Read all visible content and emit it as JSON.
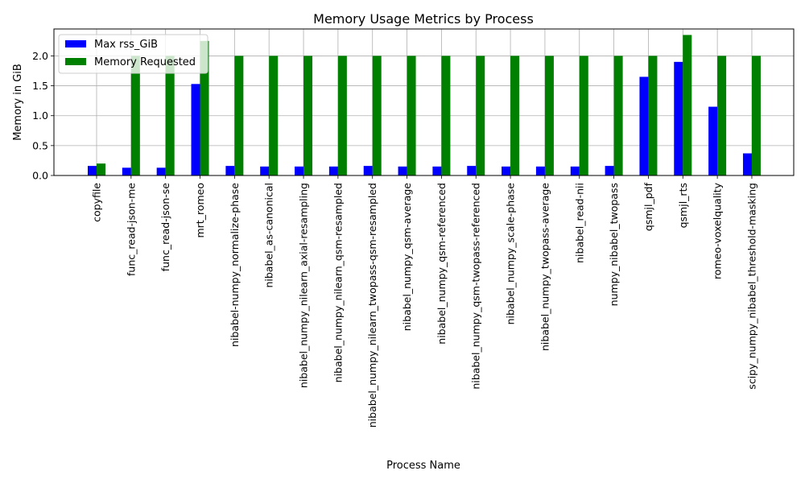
{
  "chart_data": {
    "type": "bar",
    "title": "Memory Usage Metrics by Process",
    "xlabel": "Process Name",
    "ylabel": "Memory in GiB",
    "ylim": [
      0,
      2.45
    ],
    "yticks": [
      "0.0",
      "0.5",
      "1.0",
      "1.5",
      "2.0"
    ],
    "grid": true,
    "legend_position": "top-left",
    "categories": [
      "copyfile",
      "func_read-json-me",
      "func_read-json-se",
      "mrt_romeo",
      "nibabel-numpy_normalize-phase",
      "nibabel_as-canonical",
      "nibabel_numpy_nilearn_axial-resampling",
      "nibabel_numpy_nilearn_qsm-resampled",
      "nibabel_numpy_nilearn_twopass-qsm-resampled",
      "nibabel_numpy_qsm-average",
      "nibabel_numpy_qsm-referenced",
      "nibabel_numpy_qsm-twopass-referenced",
      "nibabel_numpy_scale-phase",
      "nibabel_numpy_twopass-average",
      "nibabel_read-nii",
      "numpy_nibabel_twopass",
      "qsmjl_pdf",
      "qsmjl_rts",
      "romeo-voxelquality",
      "scipy_numpy_nibabel_threshold-masking"
    ],
    "series": [
      {
        "name": "Max rss_GiB",
        "color": "#0000ff",
        "values": [
          0.16,
          0.13,
          0.13,
          1.53,
          0.16,
          0.15,
          0.15,
          0.15,
          0.16,
          0.15,
          0.15,
          0.16,
          0.15,
          0.15,
          0.15,
          0.16,
          1.65,
          1.9,
          1.15,
          0.37
        ]
      },
      {
        "name": "Memory Requested",
        "color": "#008000",
        "values": [
          0.2,
          2.0,
          2.0,
          2.25,
          2.0,
          2.0,
          2.0,
          2.0,
          2.0,
          2.0,
          2.0,
          2.0,
          2.0,
          2.0,
          2.0,
          2.0,
          2.0,
          2.35,
          2.0,
          2.0
        ]
      }
    ]
  }
}
